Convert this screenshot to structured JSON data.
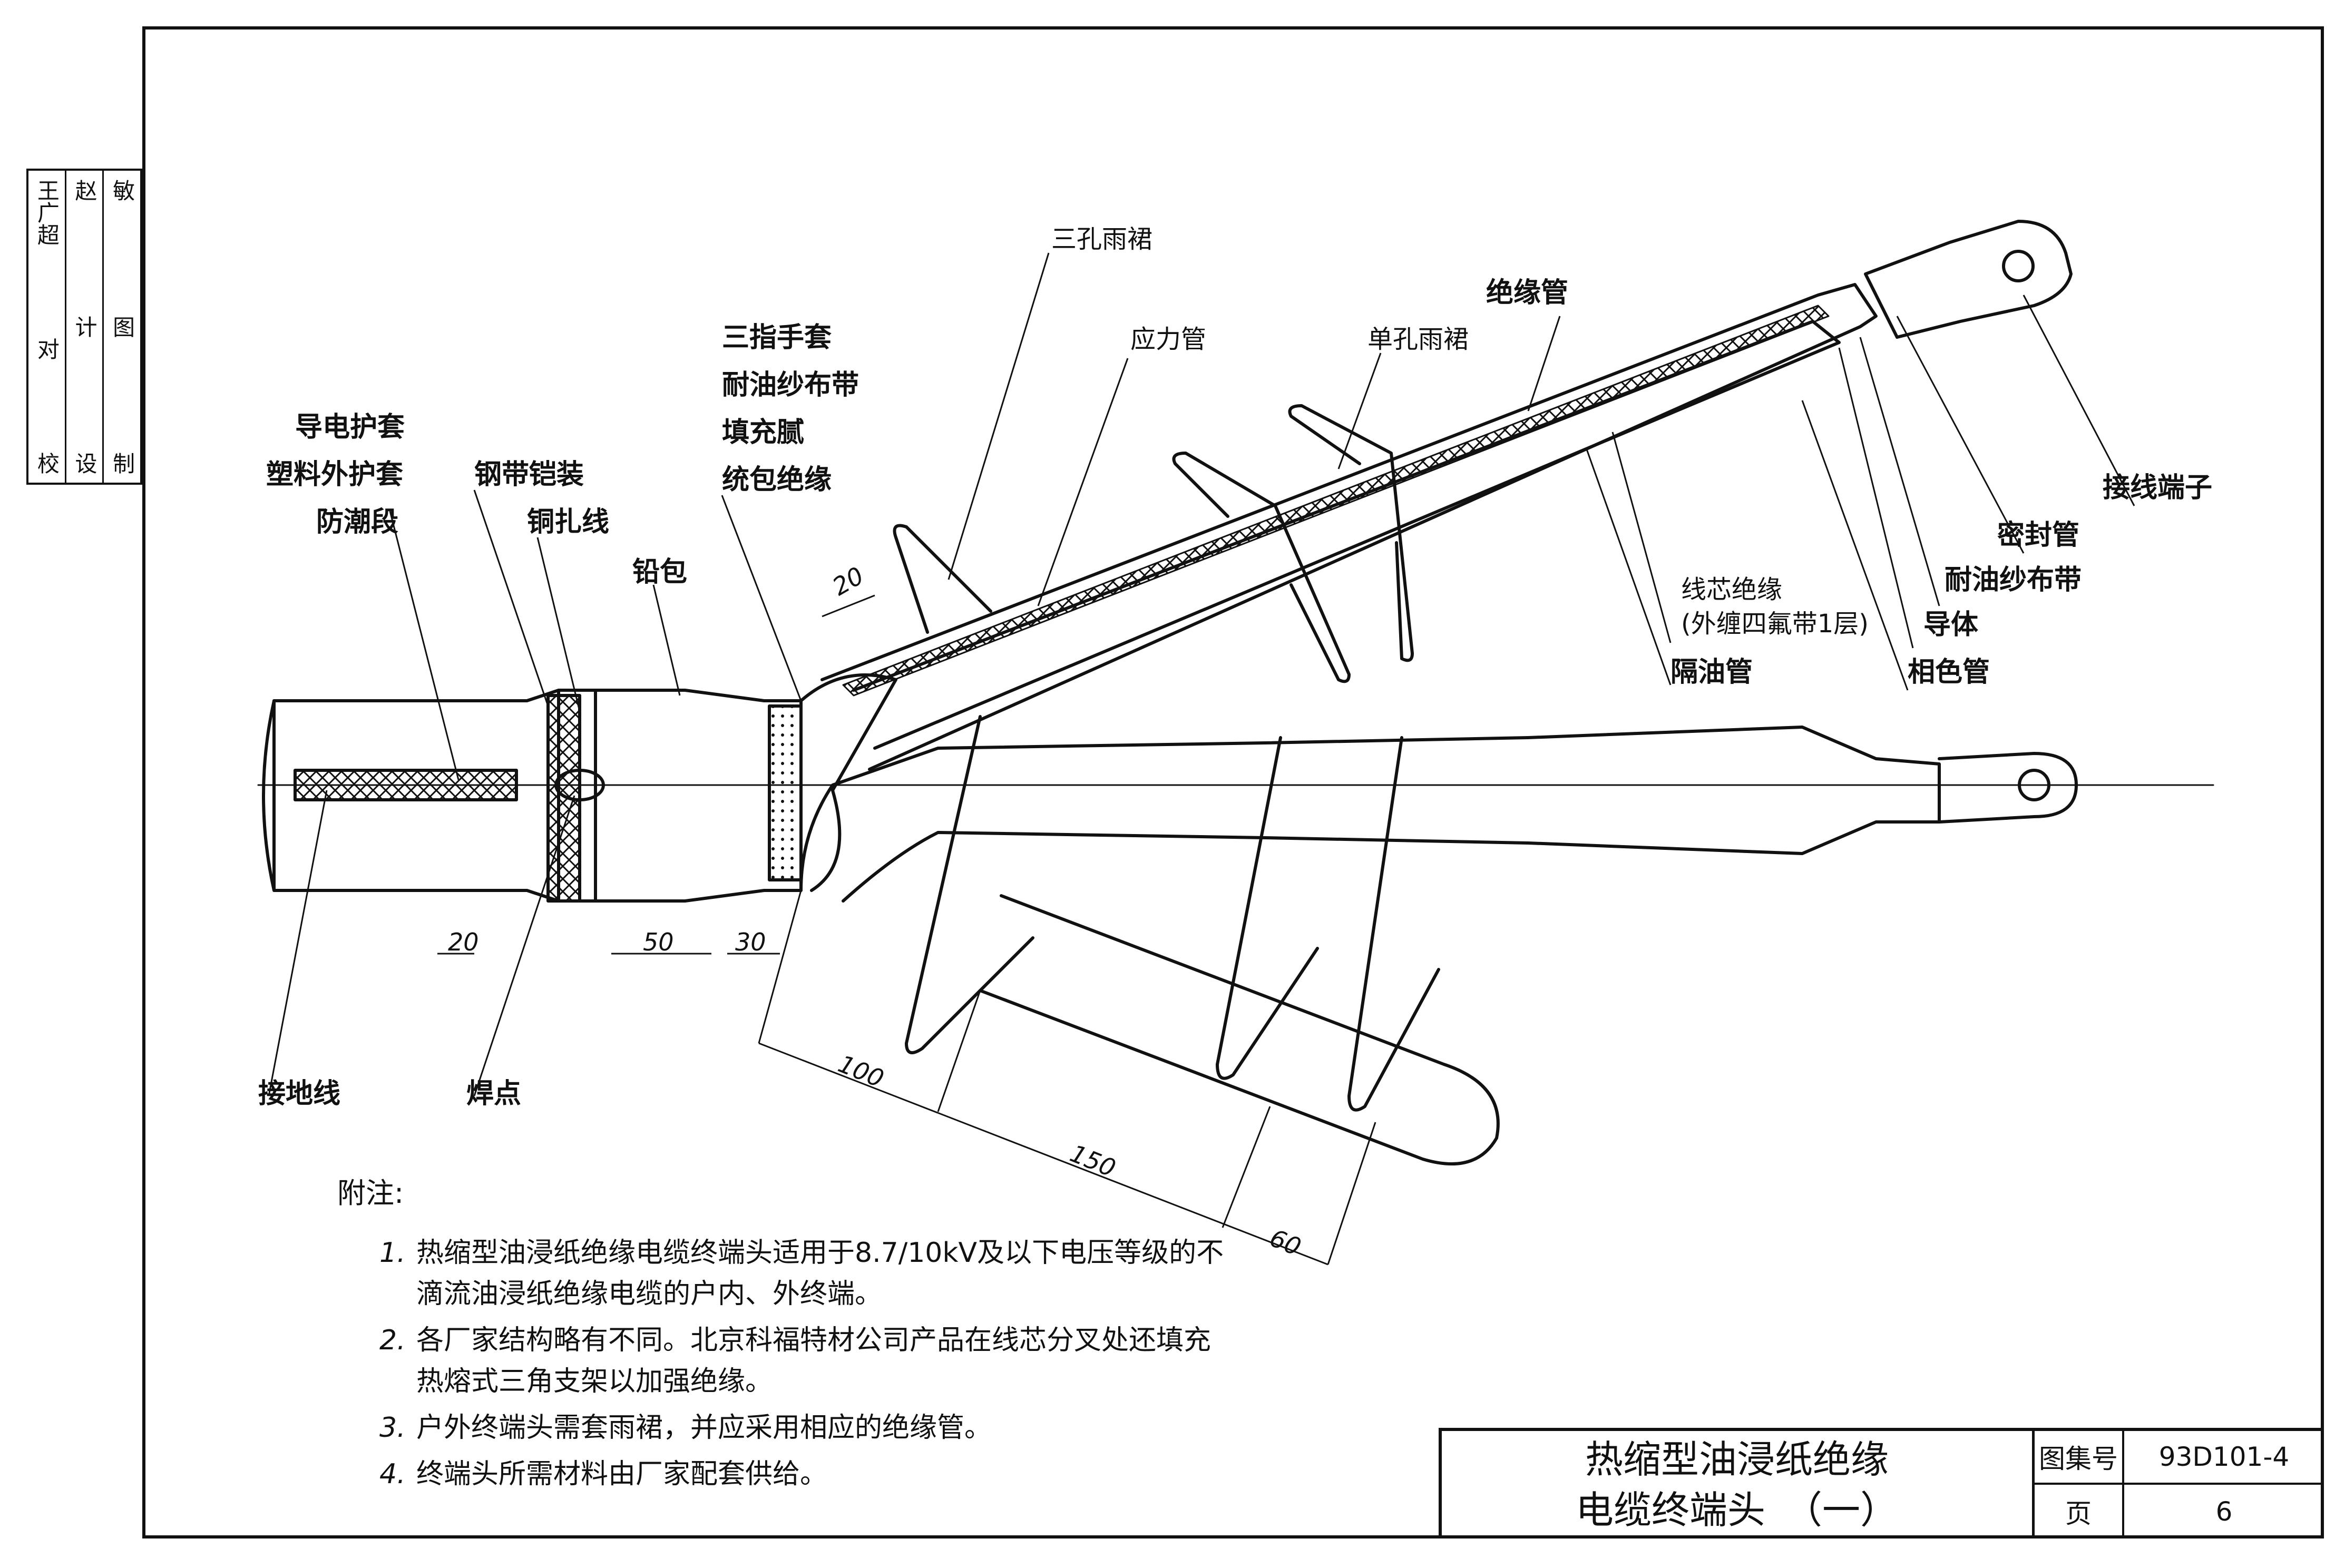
{
  "sidebar": {
    "columns": [
      {
        "role": "校",
        "name": "对",
        "sign": "王广超"
      },
      {
        "role": "设",
        "name": "计",
        "sign": "赵"
      },
      {
        "role": "制",
        "name": "图",
        "sign": "敏"
      }
    ]
  },
  "labels": {
    "three_hole_skirt": "三孔雨裙",
    "stress_tube": "应力管",
    "single_hole_skirt": "单孔雨裙",
    "insulating_tube": "绝缘管",
    "three_finger_glove": "三指手套",
    "oil_resistant_tape": "耐油纱布带",
    "filler": "填充腻",
    "wrap_insulation": "统包绝缘",
    "conductive_sleeve": "导电护套",
    "plastic_sheath": "塑料外护套",
    "moisture_section": "防潮段",
    "steel_armor": "钢带铠装",
    "copper_wire": "铜扎线",
    "lead_sheath": "铅包",
    "terminal_lug": "接线端子",
    "seal_tube": "密封管",
    "oil_tape_right": "耐油纱布带",
    "conductor": "导体",
    "core_insulation_1": "线芯绝缘",
    "core_insulation_2": "(外缠四氟带1层)",
    "oil_barrier_tube": "隔油管",
    "phase_color_tube": "相色管",
    "ground_wire": "接地线",
    "solder_point": "焊点"
  },
  "dimensions": {
    "d20_top": "20",
    "d20_bottom": "20",
    "d50": "50",
    "d30": "30",
    "d100": "100",
    "d150": "150",
    "d60": "60"
  },
  "notes": {
    "heading": "附注:",
    "items": [
      {
        "num": "1.",
        "text": "热缩型油浸纸绝缘电缆终端头适用于8.7/10kV及以下电压等级的不滴流油浸纸绝缘电缆的户内、外终端。"
      },
      {
        "num": "2.",
        "text": "各厂家结构略有不同。北京科福特材公司产品在线芯分叉处还填充热熔式三角支架以加强绝缘。"
      },
      {
        "num": "3.",
        "text": "户外终端头需套雨裙，并应采用相应的绝缘管。"
      },
      {
        "num": "4.",
        "text": "终端头所需材料由厂家配套供给。"
      }
    ]
  },
  "title_block": {
    "title_line1": "热缩型油浸纸绝缘",
    "title_line2": "电缆终端头　（一）",
    "atlas_label": "图集号",
    "atlas_no": "93D101-4",
    "page_label": "页",
    "page_no": "6"
  }
}
